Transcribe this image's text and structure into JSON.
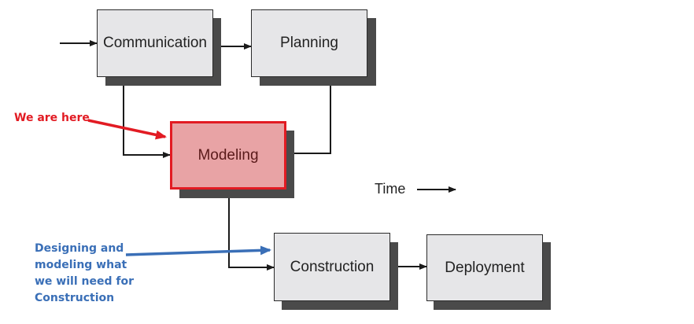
{
  "colors": {
    "box_fill": "#e6e6e8",
    "highlight_fill": "#e8a3a5",
    "highlight_border": "#e21b23",
    "note_red": "#e21b23",
    "note_blue": "#3a6fb7",
    "title_purple": "#5b2a8c"
  },
  "diagram": {
    "nodes": {
      "communication": "Communication",
      "planning": "Planning",
      "modeling": "Modeling",
      "construction": "Construction",
      "deployment": "Deployment"
    },
    "time_label": "Time",
    "notes": {
      "here": "We are here",
      "design_lines": [
        "Designing and",
        "modeling what",
        "we will need for",
        "Construction"
      ]
    }
  }
}
